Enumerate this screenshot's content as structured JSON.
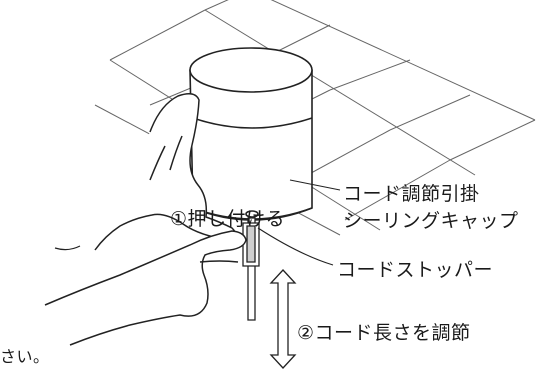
{
  "labels": {
    "step1": "①押し付ける",
    "ceiling_cap_line1": "コード調節引掛",
    "ceiling_cap_line2": "シーリングキャップ",
    "cord_stopper": "コードストッパー",
    "step2": "②コード長さを調節",
    "truncated_text": "さい。"
  },
  "icons": {
    "hand": "hand-pressing-illustration",
    "arrow": "up-down-arrow-icon",
    "ceiling": "ceiling-grid"
  },
  "colors": {
    "line": "#222222",
    "arrow_fill": "#ffffff"
  }
}
